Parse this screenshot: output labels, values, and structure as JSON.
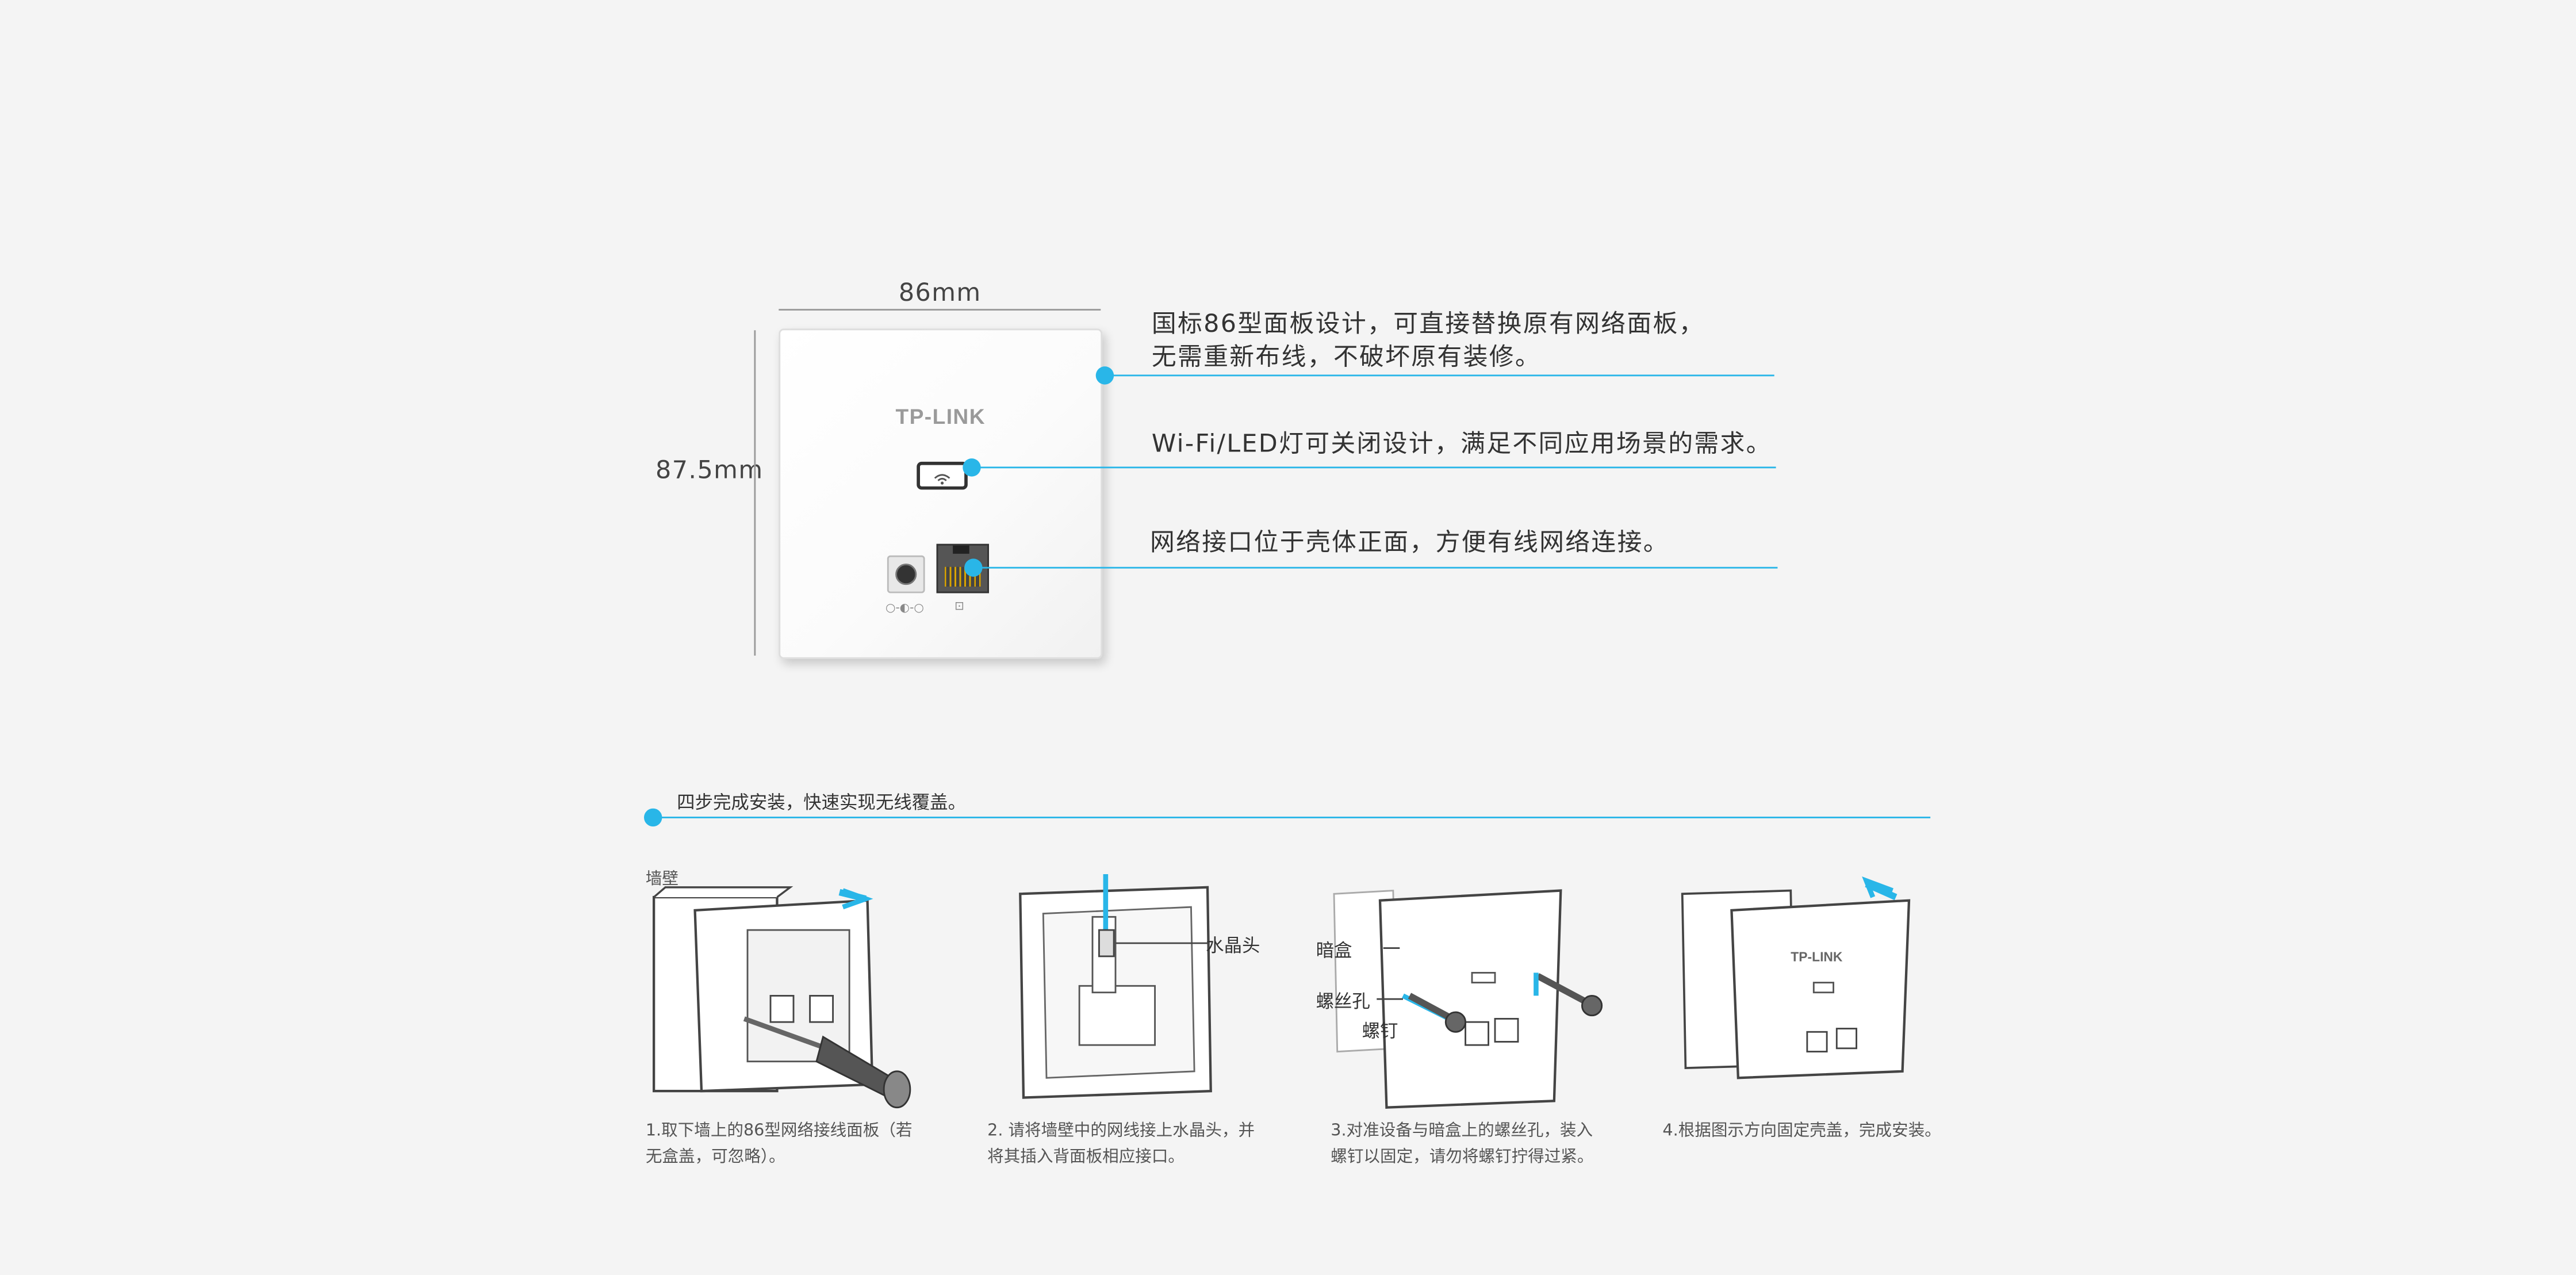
{
  "dimensions": {
    "width_label": "86mm",
    "height_label": "87.5mm"
  },
  "panel": {
    "brand": "TP-LINK",
    "dc_symbol": "○-◐-○",
    "lan_symbol": "⊡"
  },
  "features": [
    {
      "line1": "国标86型面板设计，可直接替换原有网络面板，",
      "line2": "无需重新布线，不破坏原有装修。"
    },
    {
      "line1": "Wi-Fi/LED灯可关闭设计，满足不同应用场景的需求。"
    },
    {
      "line1": "网络接口位于壳体正面，方便有线网络连接。"
    }
  ],
  "install": {
    "heading": "四步完成安装，快速实现无线覆盖。",
    "wall_label": "墙壁",
    "crystal_label": "水晶头",
    "box_label": "暗盒",
    "hole_label": "螺丝孔",
    "screw_label": "螺钉",
    "step_brand": "TP-LINK",
    "steps": [
      {
        "line1": "1.取下墙上的86型网络接线面板（若",
        "line2": "无盒盖，可忽略）。"
      },
      {
        "line1": "2. 请将墙壁中的网线接上水晶头，并",
        "line2": "将其插入背面板相应接口。"
      },
      {
        "line1": " 3.对准设备与暗盒上的螺丝孔，装入",
        "line2": "螺钉以固定，请勿将螺钉拧得过紧。"
      },
      {
        "line1": "4.根据图示方向固定壳盖，完成安装。"
      }
    ]
  },
  "colors": {
    "accent": "#29b6e8",
    "background": "#f4f4f4"
  }
}
